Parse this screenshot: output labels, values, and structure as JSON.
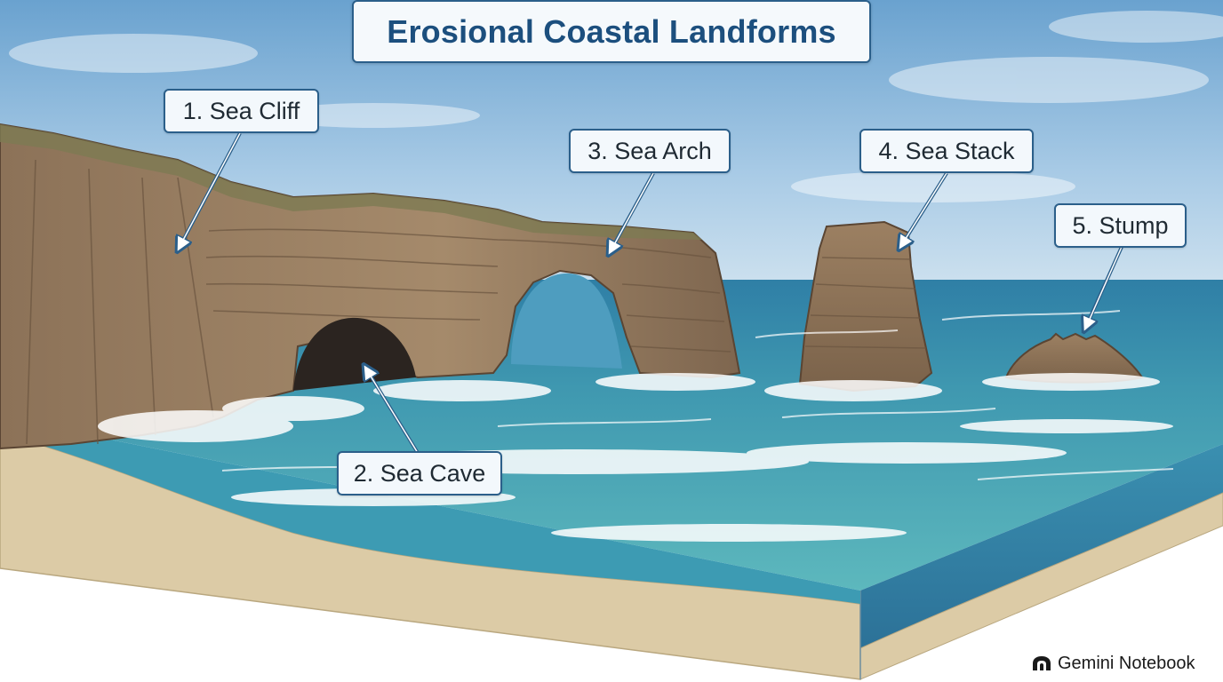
{
  "title": "Erosional Coastal Landforms",
  "labels": [
    {
      "id": "sea-cliff",
      "text": "1. Sea Cliff"
    },
    {
      "id": "sea-cave",
      "text": "2. Sea Cave"
    },
    {
      "id": "sea-arch",
      "text": "3. Sea Arch"
    },
    {
      "id": "sea-stack",
      "text": "4. Sea Stack"
    },
    {
      "id": "stump",
      "text": "5. Stump"
    }
  ],
  "watermark": {
    "text": "Gemini Notebook",
    "icon": "gemini-logo-icon"
  },
  "colors": {
    "title": "#1c4f7e",
    "label_border": "#2b5f8a",
    "arrow": "#2b5f8a",
    "sky": "#7fb0d6",
    "sea": "#4ea6b4",
    "rock": "#a08466",
    "sand": "#dccba6"
  }
}
